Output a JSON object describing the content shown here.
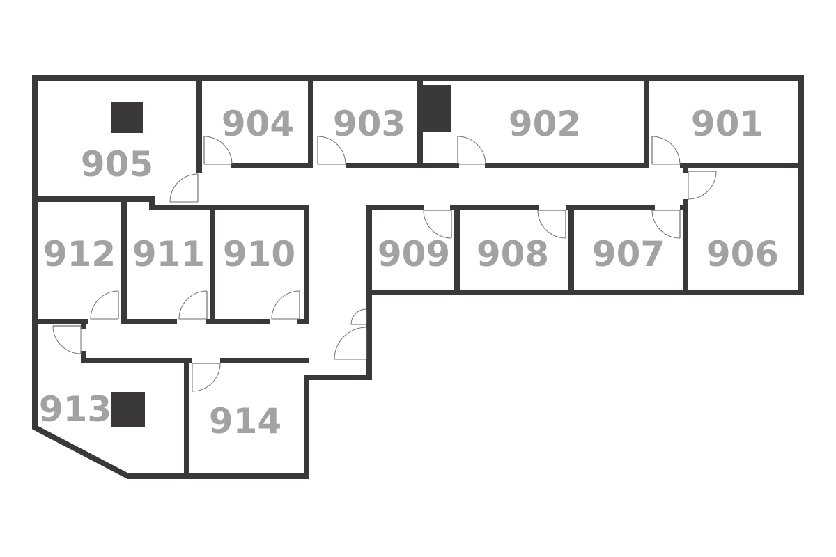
{
  "floor_plan": {
    "rooms": [
      {
        "id": "901",
        "label": "901"
      },
      {
        "id": "902",
        "label": "902"
      },
      {
        "id": "903",
        "label": "903"
      },
      {
        "id": "904",
        "label": "904"
      },
      {
        "id": "905",
        "label": "905"
      },
      {
        "id": "906",
        "label": "906"
      },
      {
        "id": "907",
        "label": "907"
      },
      {
        "id": "908",
        "label": "908"
      },
      {
        "id": "909",
        "label": "909"
      },
      {
        "id": "910",
        "label": "910"
      },
      {
        "id": "911",
        "label": "911"
      },
      {
        "id": "912",
        "label": "912"
      },
      {
        "id": "913",
        "label": "913"
      },
      {
        "id": "914",
        "label": "914"
      }
    ],
    "colors": {
      "wall": "#3a3838",
      "label": "#a2a2a2",
      "door": "#6e6e6e",
      "background": "#ffffff"
    }
  }
}
